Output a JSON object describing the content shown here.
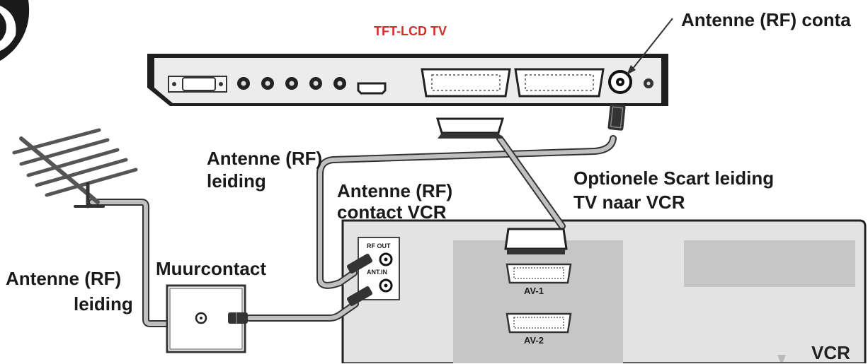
{
  "colors": {
    "tv_title": "#d0312d",
    "panel": "#e6e6e6",
    "outline": "#2a2a2a",
    "cable": "#b9b9b9",
    "text": "#1a1a1a",
    "vcr_panel": "#c8c8c8"
  },
  "tv": {
    "title": "TFT-LCD TV"
  },
  "labels": {
    "rf_contact_tv": "Antenne (RF) conta",
    "rf_lead_top_line1": "Antenne (RF)",
    "rf_lead_top_line2": "leiding",
    "rf_contact_vcr_line1": "Antenne (RF)",
    "rf_contact_vcr_line2": "contact VCR",
    "scart_optional_line1": "Optionele Scart leiding",
    "scart_optional_line2": "TV naar VCR",
    "wall_outlet": "Muurcontact",
    "rf_lead_left_line1": "Antenne (RF)",
    "rf_lead_left_line2": "leiding"
  },
  "vcr": {
    "label": "VCR",
    "rf_out": "RF OUT",
    "ant_in": "ANT.IN",
    "av1": "AV-1",
    "av2": "AV-2"
  },
  "icons": [
    "antenna-icon",
    "logo-fragment-icon",
    "wall-socket-icon",
    "scart-plug-icon",
    "rf-plug-icon"
  ]
}
